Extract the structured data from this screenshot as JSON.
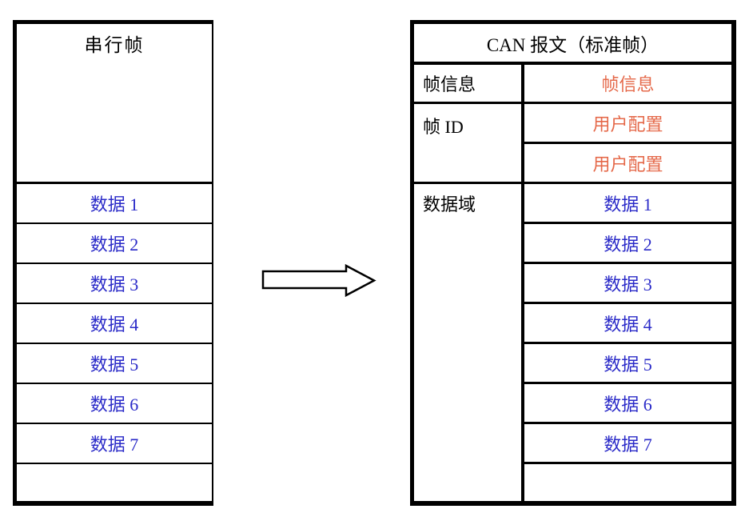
{
  "left_table": {
    "title": "串行帧",
    "rows": [
      "数据 1",
      "数据 2",
      "数据 3",
      "数据 4",
      "数据 5",
      "数据 6",
      "数据 7"
    ]
  },
  "right_table": {
    "title": "CAN 报文（标准帧）",
    "frame_info": {
      "label": "帧信息",
      "value": "帧信息"
    },
    "frame_id": {
      "label": "帧 ID",
      "values": [
        "用户配置",
        "用户配置"
      ]
    },
    "data_field": {
      "label": "数据域",
      "rows": [
        "数据 1",
        "数据 2",
        "数据 3",
        "数据 4",
        "数据 5",
        "数据 6",
        "数据 7"
      ]
    }
  },
  "colors": {
    "data_blue": "#2a2ac8",
    "config_orange": "#e5694a",
    "border": "#000000",
    "background": "#ffffff"
  }
}
